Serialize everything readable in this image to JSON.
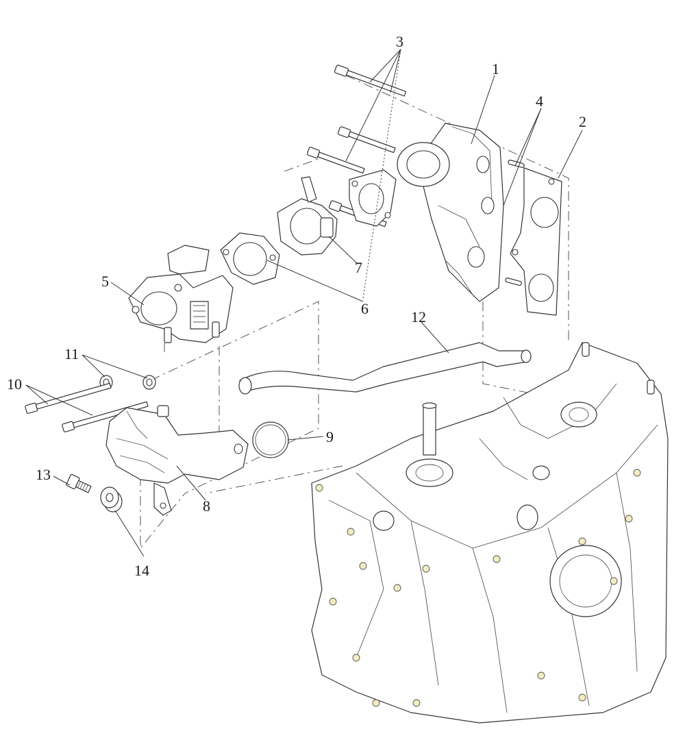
{
  "diagram": {
    "callouts": [
      "1",
      "2",
      "3",
      "4",
      "5",
      "6",
      "7",
      "8",
      "9",
      "10",
      "11",
      "12",
      "13",
      "14"
    ]
  },
  "colors": {
    "line": "#333333",
    "background": "#ffffff",
    "bushing_fill": "#f3ecc0"
  }
}
